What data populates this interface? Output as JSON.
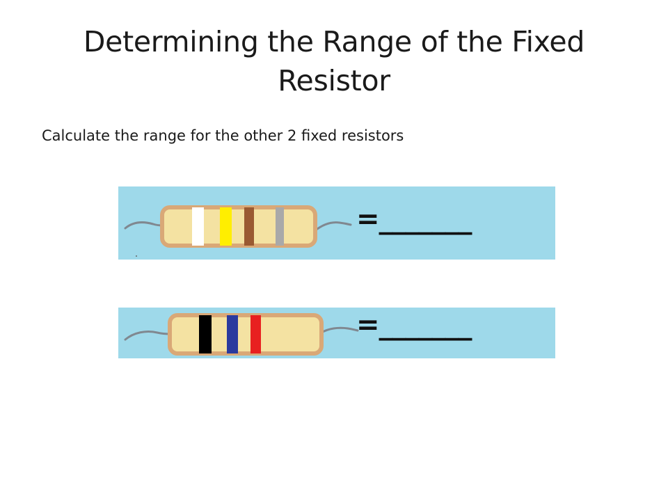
{
  "slide": {
    "title": "Determining the Range of the Fixed Resistor",
    "instruction": "Calculate the range for the other 2 fixed resistors"
  },
  "resistors": [
    {
      "bands": [
        "white",
        "yellow",
        "brown",
        "silver"
      ],
      "band_colors": [
        "#ffffff",
        "#ffee00",
        "#9a5a32",
        "#a9a9a9"
      ],
      "answer_blank": "=_______"
    },
    {
      "bands": [
        "black",
        "blue",
        "red"
      ],
      "band_colors": [
        "#000000",
        "#2a3a9e",
        "#e82020"
      ],
      "answer_blank": "=_______"
    }
  ],
  "colors": {
    "panel_background": "#9ed9ea",
    "resistor_body": "#f4e2a2",
    "resistor_outline": "#d9a877",
    "lead_wire": "#808890"
  }
}
